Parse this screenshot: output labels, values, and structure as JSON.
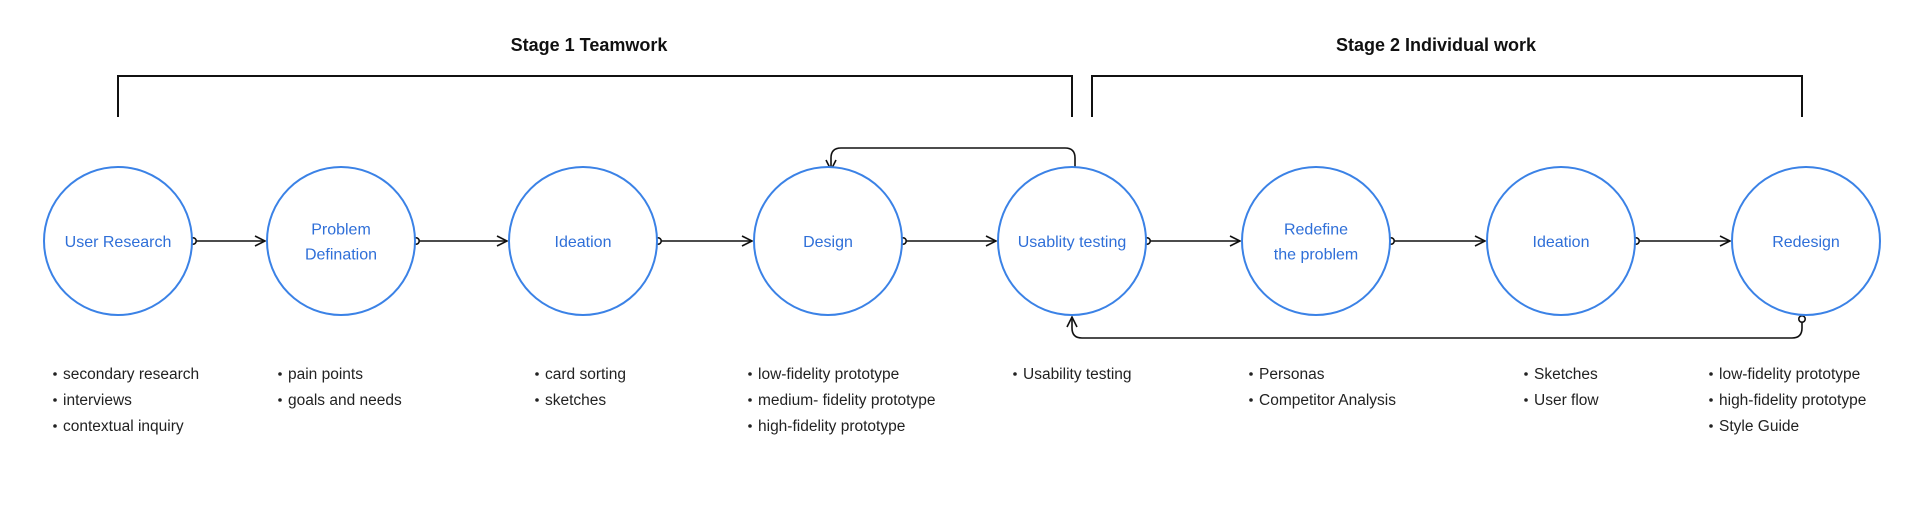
{
  "colors": {
    "node_stroke": "#3b82e6",
    "node_text": "#2f6fd8",
    "line": "#111111",
    "text": "#222222"
  },
  "stages": [
    {
      "title": "Stage 1 Teamwork"
    },
    {
      "title": "Stage 2 Individual work"
    }
  ],
  "nodes": [
    {
      "id": "user-research",
      "label": [
        "User Research"
      ],
      "bullets": [
        "secondary research",
        "interviews",
        "contextual inquiry"
      ]
    },
    {
      "id": "problem-defination",
      "label": [
        "Problem",
        "Defination"
      ],
      "bullets": [
        "pain points",
        "goals and needs"
      ]
    },
    {
      "id": "ideation-1",
      "label": [
        "Ideation"
      ],
      "bullets": [
        "card sorting",
        "sketches"
      ]
    },
    {
      "id": "design",
      "label": [
        "Design"
      ],
      "bullets": [
        "low-fidelity prototype",
        "medium- fidelity prototype",
        "high-fidelity prototype"
      ]
    },
    {
      "id": "usability-testing",
      "label": [
        "Usablity testing"
      ],
      "bullets": [
        "Usability testing"
      ]
    },
    {
      "id": "redefine-problem",
      "label": [
        "Redefine",
        "the problem"
      ],
      "bullets": [
        "Personas",
        "Competitor Analysis"
      ]
    },
    {
      "id": "ideation-2",
      "label": [
        "Ideation"
      ],
      "bullets": [
        "Sketches",
        "User flow"
      ]
    },
    {
      "id": "redesign",
      "label": [
        "Redesign"
      ],
      "bullets": [
        "low-fidelity prototype",
        "high-fidelity prototype",
        "Style Guide"
      ]
    }
  ],
  "flow": [
    [
      0,
      1
    ],
    [
      1,
      2
    ],
    [
      2,
      3
    ],
    [
      3,
      4
    ],
    [
      4,
      5
    ],
    [
      5,
      6
    ],
    [
      6,
      7
    ]
  ],
  "feedback": [
    [
      4,
      3
    ],
    [
      7,
      4
    ]
  ]
}
